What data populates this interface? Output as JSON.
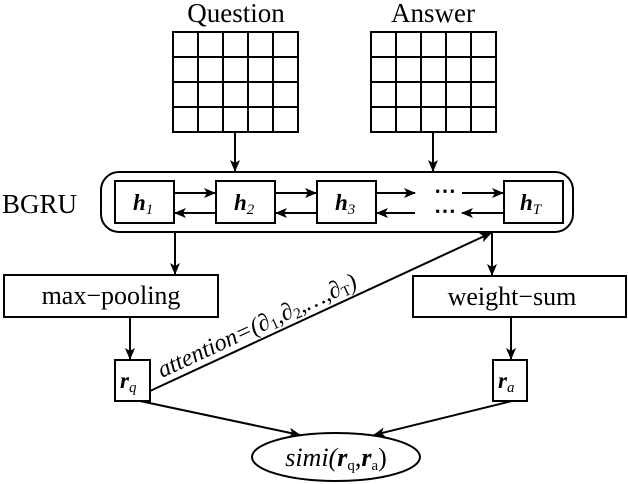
{
  "inputs": {
    "question_label": "Question",
    "answer_label": "Answer",
    "grid": {
      "rows": 4,
      "cols": 5
    }
  },
  "bgru": {
    "label": "BGRU",
    "states": [
      {
        "name": "h",
        "sub": "1"
      },
      {
        "name": "h",
        "sub": "2"
      },
      {
        "name": "h",
        "sub": "3"
      },
      {
        "name": "h",
        "sub": "T"
      }
    ],
    "ellipsis": "⋯"
  },
  "ops": {
    "max_pooling": "max−pooling",
    "weight_sum": "weight−sum"
  },
  "reps": {
    "rq": {
      "name": "r",
      "sub": "q"
    },
    "ra": {
      "name": "r",
      "sub": "a"
    }
  },
  "attention": {
    "prefix": "attention=(",
    "terms": [
      {
        "sym": "∂",
        "sub": "1"
      },
      {
        "sym": "∂",
        "sub": "2"
      },
      {
        "sym": "…",
        "sub": ""
      },
      {
        "sym": "∂",
        "sub": "T"
      }
    ],
    "separator": ",",
    "suffix": ")"
  },
  "similarity": {
    "func": "simi(",
    "arg1": {
      "name": "r",
      "sub": "q"
    },
    "comma": ",",
    "arg2": {
      "name": "r",
      "sub": "a"
    },
    "close": ")"
  }
}
